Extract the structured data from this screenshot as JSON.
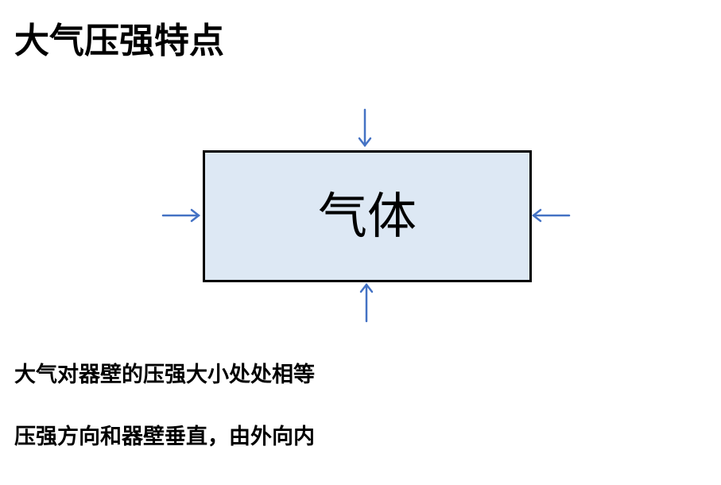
{
  "title": "大气压强特点",
  "diagram": {
    "box_label": "气体",
    "arrow_color": "#4472c4",
    "box_fill": "#dde8f4",
    "box_border": "#000000"
  },
  "statements": [
    "大气对器壁的压强大小处处相等",
    "压强方向和器壁垂直，由外向内"
  ]
}
